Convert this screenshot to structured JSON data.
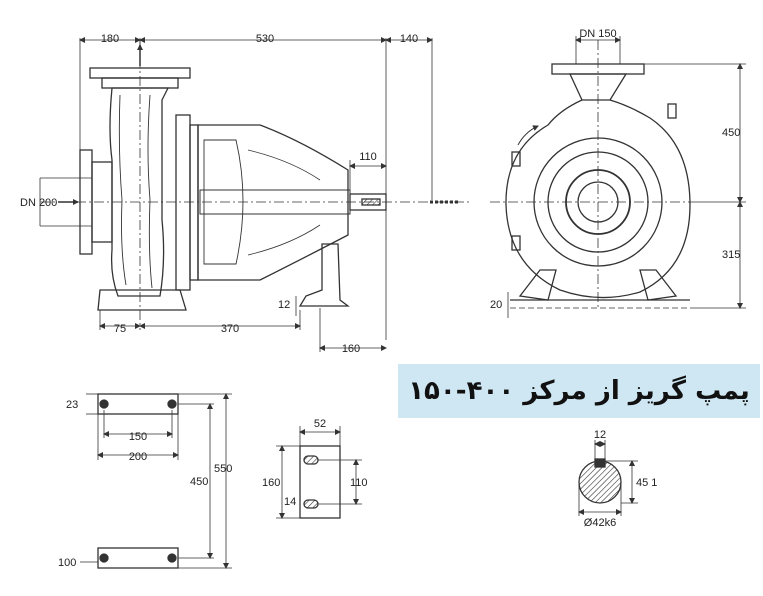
{
  "title": "پمپ گریز از مرکز ۴۰۰-۱۵۰",
  "colors": {
    "title_background": "#cfe7f3",
    "line": "#333333",
    "page": "#ffffff"
  },
  "side_view": {
    "dims": {
      "top_left": "180",
      "top_middle": "530",
      "top_right": "140",
      "inlet": "DN 200",
      "shaft_length": "110",
      "foot_height": "12",
      "base_left": "75",
      "base_middle": "370",
      "support_width": "160"
    }
  },
  "front_view": {
    "dims": {
      "outlet": "DN 150",
      "upper_height": "450",
      "lower_height": "315",
      "foot_height": "20"
    }
  },
  "base_plan": {
    "dims": {
      "hole_offset": "23",
      "inner_spacing": "150",
      "outer_width": "200",
      "hole_distance": "450",
      "total_length": "550",
      "bottom_offset": "100"
    }
  },
  "support_plan": {
    "dims": {
      "width": "52",
      "total_height": "160",
      "hole_spacing": "110",
      "hole_diameter": "14"
    }
  },
  "shaft_section": {
    "dims": {
      "key_width": "12",
      "key_depth": "45 1",
      "diameter": "Ø42k6"
    }
  }
}
